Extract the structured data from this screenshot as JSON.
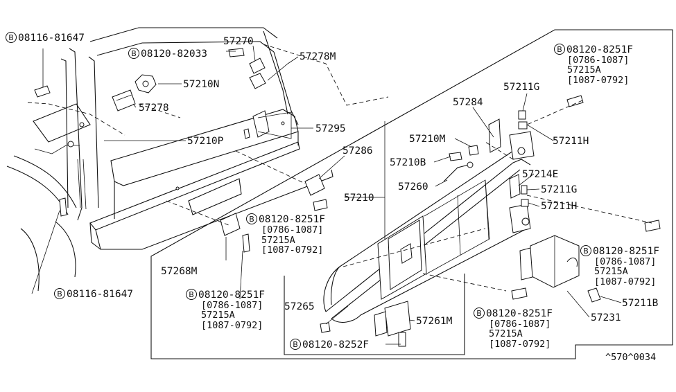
{
  "labels": {
    "bolt_tl": "08116-81647",
    "bolt_top": "08120-82033",
    "p57270": "57270",
    "p57278M": "57278M",
    "p57210N": "57210N",
    "p57278": "57278",
    "p57295": "57295",
    "p57210P": "57210P",
    "p57286": "57286",
    "p57210": "57210",
    "p57268M": "57268M",
    "bolt_mid": "08120-8251F",
    "mid_d1": "[0786-1087]",
    "mid_p": "57215A",
    "mid_d2": "[1087-0792]",
    "bolt_low": "08120-8251F",
    "low_d1": "[0786-1087]",
    "low_p": "57215A",
    "low_d2": "[1087-0792]",
    "bolt_bl": "08116-81647",
    "bolt_tr": "08120-8251F",
    "tr_d1": "[0786-1087]",
    "tr_p": "57215A",
    "tr_d2": "[1087-0792]",
    "p57211G_a": "57211G",
    "p57284": "57284",
    "p57211H_a": "57211H",
    "p57210M": "57210M",
    "p57210B": "57210B",
    "p57214E": "57214E",
    "p57260": "57260",
    "p57211G_b": "57211G",
    "p57211H_b": "57211H",
    "bolt_r": "08120-8251F",
    "r_d1": "[0786-1087]",
    "r_p": "57215A",
    "r_d2": "[1087-0792]",
    "p57211B": "57211B",
    "p57231": "57231",
    "bolt_br": "08120-8251F",
    "br_d1": "[0786-1087]",
    "br_p": "57215A",
    "br_d2": "[1087-0792]",
    "p57265": "57265",
    "p57261M": "57261M",
    "bolt_bot": "08120-8252F",
    "ref": "^570^0034",
    "circle_b": "B"
  }
}
